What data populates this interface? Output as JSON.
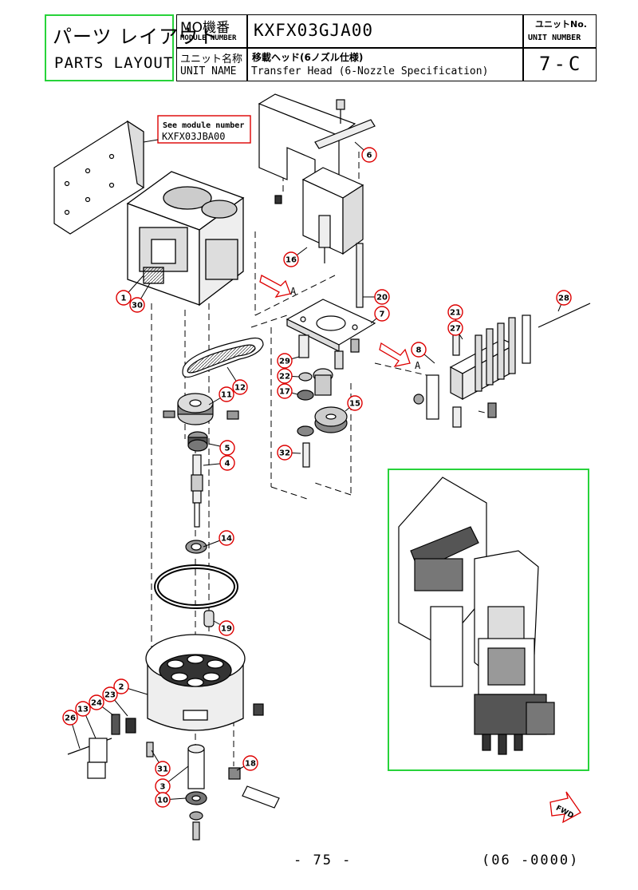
{
  "header": {
    "parts_jp": "パーツ レイアウト",
    "parts_en": "PARTS LAYOUT",
    "mo_jp": "MO機番",
    "mo_en": "MODULE NUMBER",
    "module_number": "KXFX03GJA00",
    "unit_name_jp": "ユニット名称",
    "unit_name_en": "UNIT NAME",
    "unit_name_value_jp": "移載ヘッド(6ノズル仕様)",
    "unit_name_value_en": "Transfer Head (6-Nozzle Specification)",
    "unit_no_jp": "ユニットNo.",
    "unit_no_en": "UNIT NUMBER",
    "unit_no_value": "7-C"
  },
  "callout": {
    "line1": "See module number",
    "line2": "KXFX03JBA00"
  },
  "labels": [
    "1",
    "30",
    "2",
    "3",
    "4",
    "5",
    "6",
    "7",
    "8",
    "10",
    "11",
    "12",
    "13",
    "14",
    "15",
    "16",
    "17",
    "18",
    "19",
    "20",
    "21",
    "22",
    "23",
    "24",
    "26",
    "27",
    "28",
    "29",
    "31",
    "32"
  ],
  "section_marks": [
    "A",
    "A"
  ],
  "fwd_label": "FWD",
  "footer": {
    "page": "- 75 -",
    "code": "(06 -0000)"
  }
}
